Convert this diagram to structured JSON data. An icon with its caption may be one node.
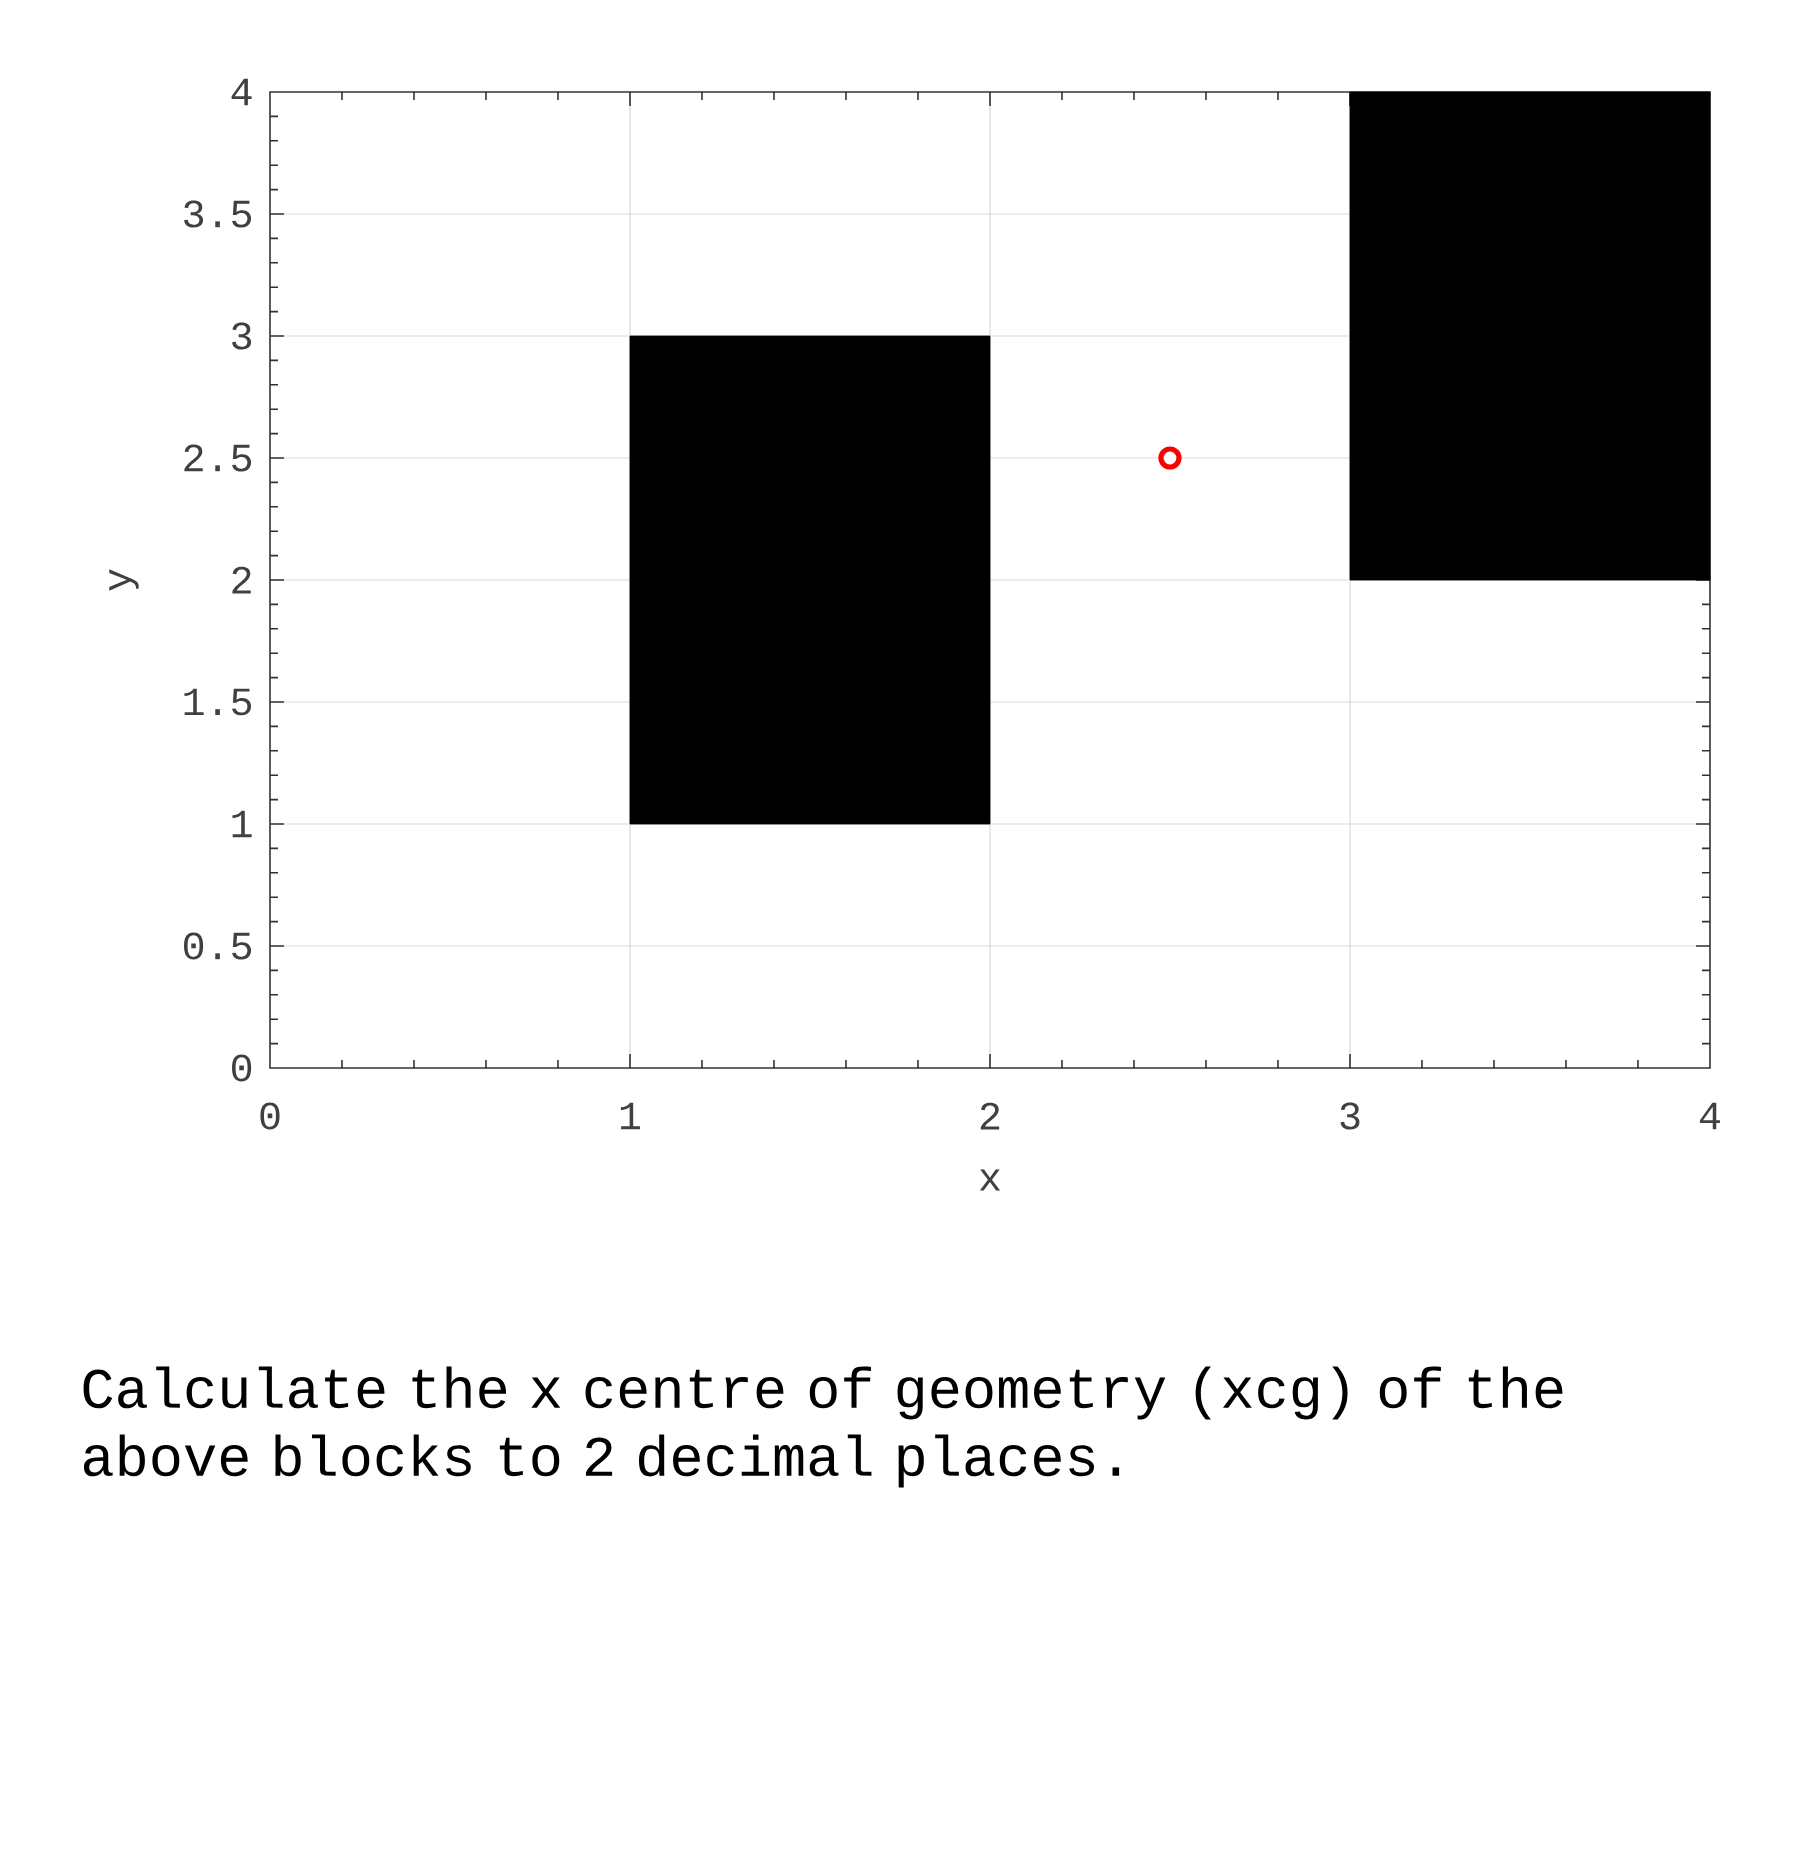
{
  "diagram": {
    "nodes": [
      {
        "text": [],
        "shape": "box"
      },
      {
        "text": [],
        "shape": "box"
      },
      {
        "text": [],
        "shape": "circle"
      }
    ],
    "labels": [
      "4",
      "3.5",
      "3",
      "2.5",
      "y",
      "2",
      "1.5",
      "1",
      "0.5",
      "0",
      "0",
      "1",
      "2",
      "3",
      "4",
      "x",
      "Calculate the x centre of geometry (xcg) of the above blocks to 2 decimal places."
    ]
  }
}
